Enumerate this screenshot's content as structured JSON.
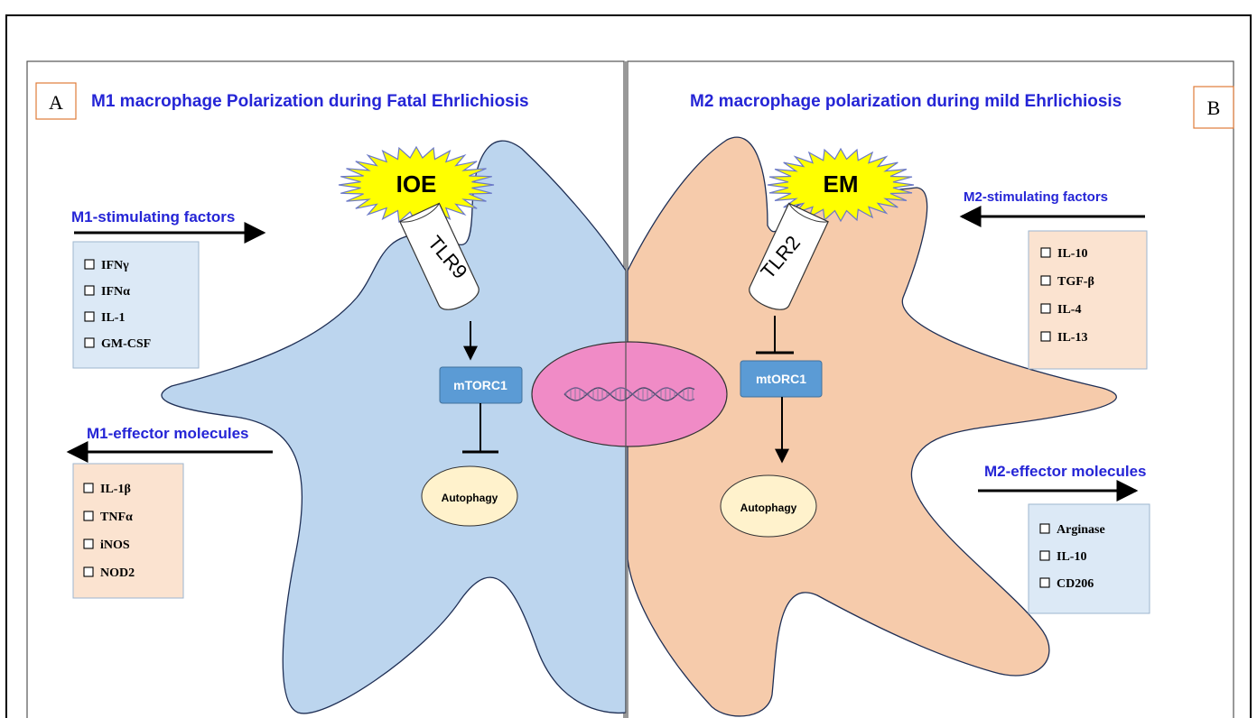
{
  "colors": {
    "title_blue": "#2525d6",
    "m1_cell": "#bcd5ee",
    "m2_cell": "#f6cbab",
    "cell_stroke": "#1f2f55",
    "list_box_blue": "#dce9f6",
    "list_box_peach": "#fbe3d0",
    "list_box_border": "#9eb6cf",
    "node_fill": "#5b9bd5",
    "nucleus_fill": "#f08bc6",
    "autophagy_fill": "#fff2cc",
    "star_fill": "#ffff00",
    "star_stroke": "#6b79c8",
    "panel_letter_border": "#e07b39"
  },
  "panel_a": {
    "letter": "A",
    "title": "M1 macrophage Polarization during Fatal Ehrlichiosis",
    "pathogen": "IOE",
    "receptor": "TLR9",
    "kinase": "mTORC1",
    "autophagy": "Autophagy",
    "stimulating_heading": "M1-stimulating factors",
    "stimulating_items": [
      "IFNγ",
      "IFNα",
      "IL-1",
      "GM-CSF"
    ],
    "effector_heading": "M1-effector molecules",
    "effector_items": [
      "IL-1β",
      "TNFα",
      "iNOS",
      "NOD2"
    ],
    "kinase_effect": "inhibits"
  },
  "panel_b": {
    "letter": "B",
    "title": "M2 macrophage polarization during mild Ehrlichiosis",
    "pathogen": "EM",
    "receptor": "TLR2",
    "kinase": "mtORC1",
    "autophagy": "Autophagy",
    "stimulating_heading": "M2-stimulating factors",
    "stimulating_items": [
      "IL-10",
      "TGF-β",
      "IL-4",
      "IL-13"
    ],
    "effector_heading": "M2-effector molecules",
    "effector_items": [
      "Arginase",
      "IL-10",
      "CD206"
    ],
    "kinase_effect": "activates"
  }
}
